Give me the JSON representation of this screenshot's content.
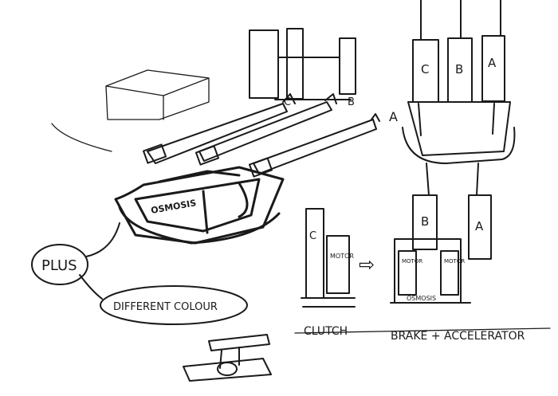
{
  "sketch": {
    "brand": "OSMOSIS",
    "motor_label": "MOTOR",
    "pedal_labels": {
      "c": "C",
      "b": "B",
      "a": "A"
    },
    "callout_a": "A",
    "notes": {
      "plus": "PLUS",
      "different_colour": "DIFFERENT COLOUR"
    },
    "captions": {
      "clutch": "CLUTCH",
      "brake_accelerator": "BRAKE + ACCELERATOR"
    },
    "arrow_symbol": "⇨"
  }
}
